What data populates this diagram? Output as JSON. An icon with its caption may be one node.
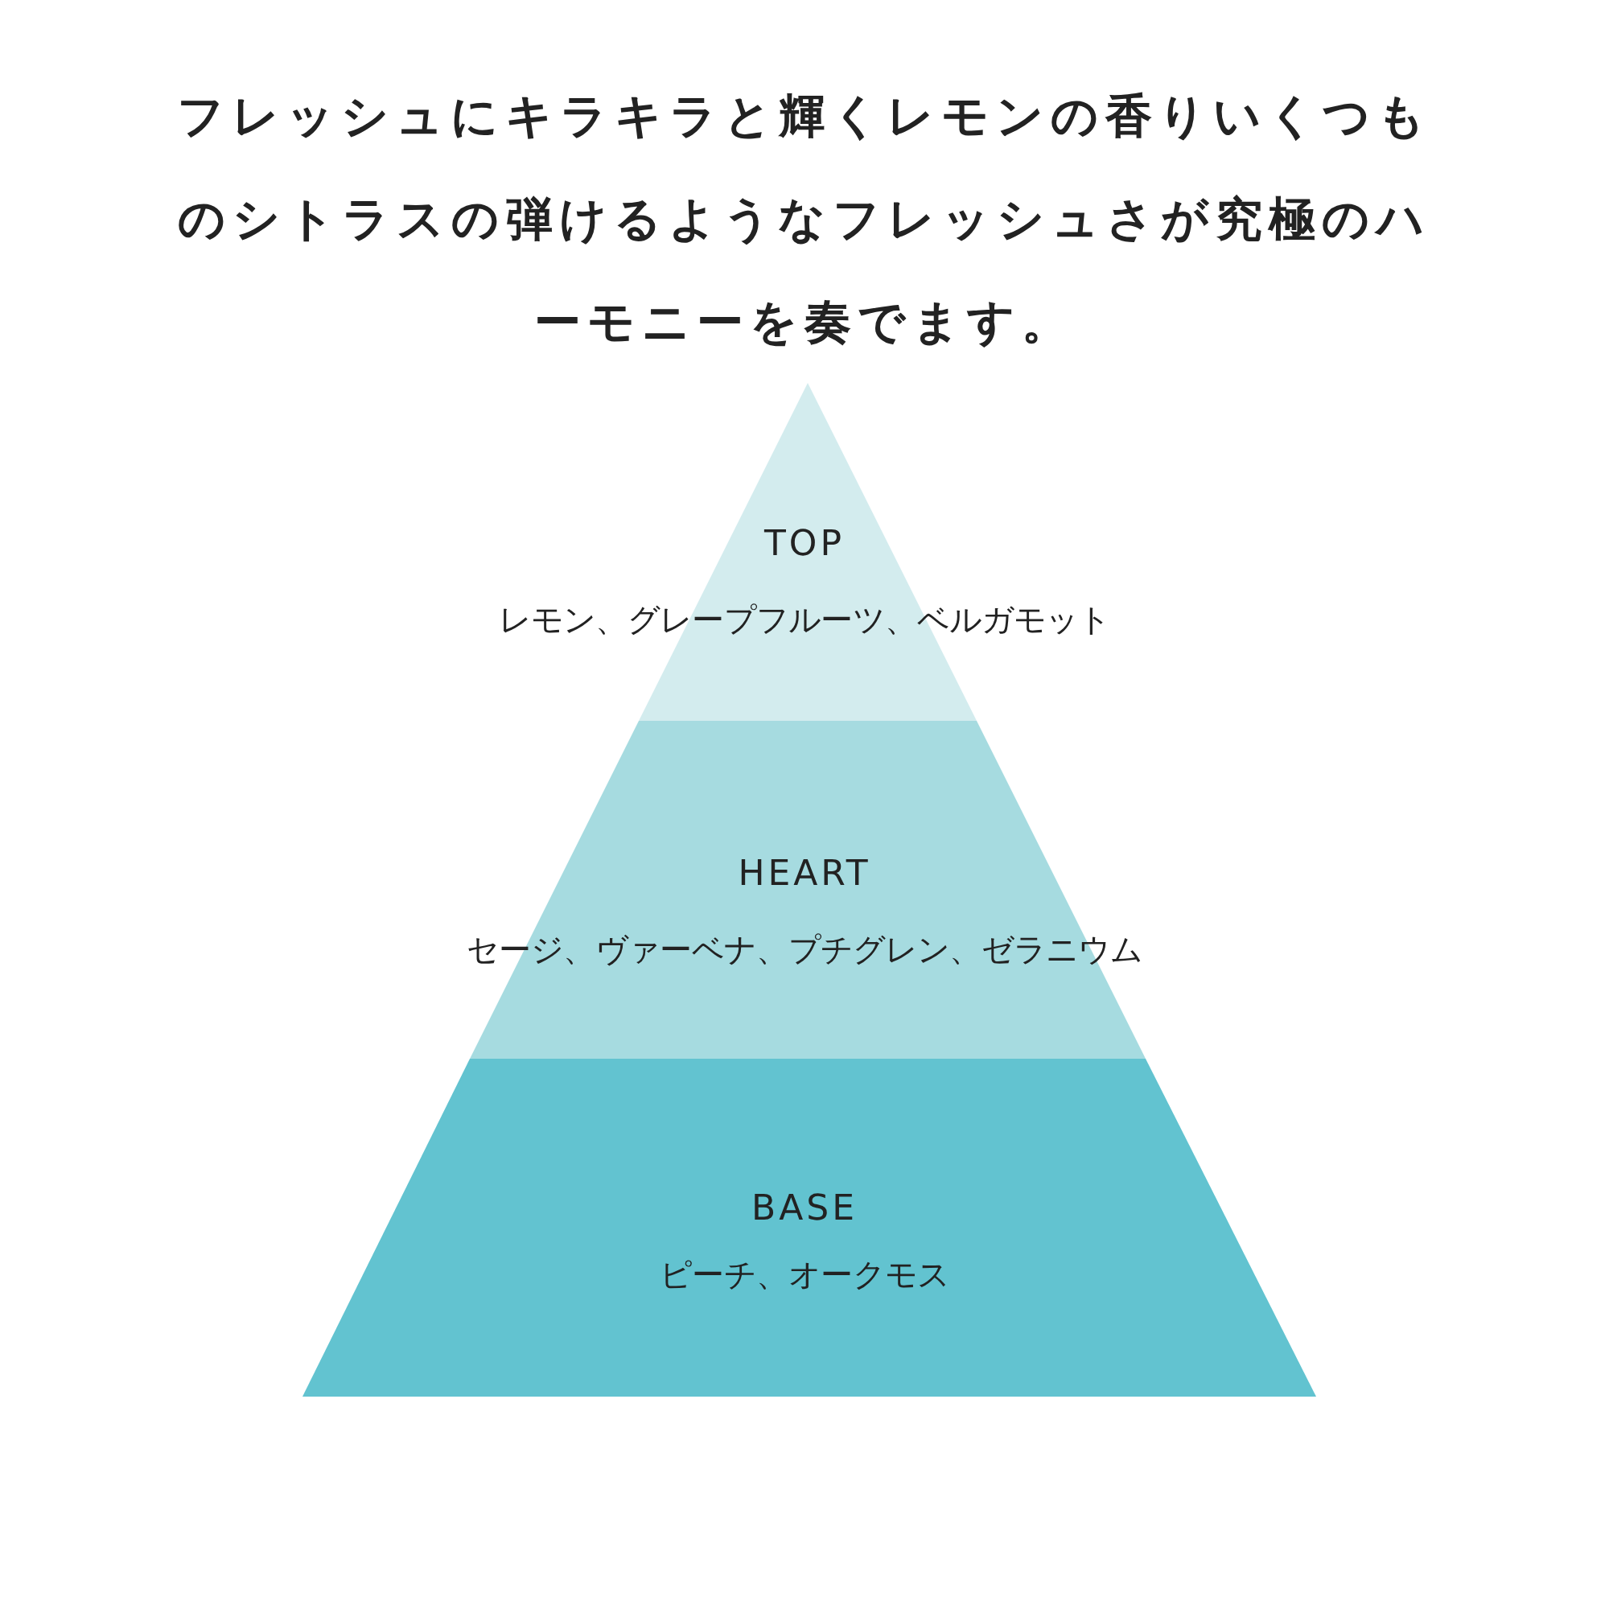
{
  "diagram": {
    "title": "フレッシュにキラキラと輝くレモンの香りいくつものシトラスの弾けるようなフレッシュさが究極のハーモニーを奏でます。",
    "nodes": [
      {
        "text": [
          "TOP",
          "レモン、グレープフルーツ、ベルガモット"
        ]
      },
      {
        "text": [
          "HEART",
          "セージ、ヴァーベナ、プチグレン、ゼラニウム"
        ]
      },
      {
        "text": [
          "BASE",
          "ピーチ、オークモス"
        ]
      }
    ],
    "edges": []
  }
}
